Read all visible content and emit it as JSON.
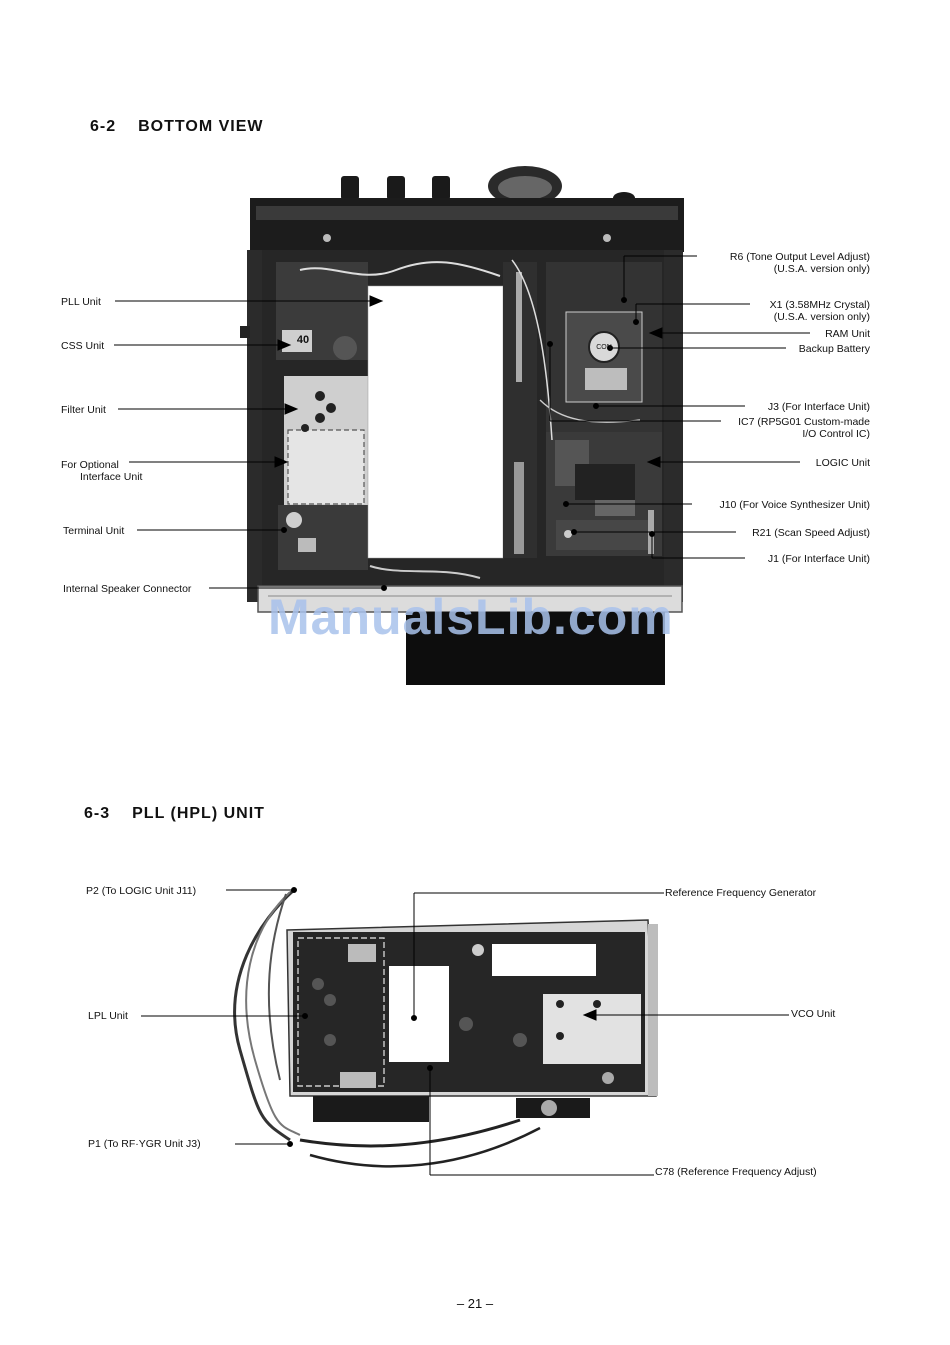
{
  "section_bottom": {
    "number": "6-2",
    "title": "BOTTOM VIEW"
  },
  "section_pll": {
    "number": "6-3",
    "title": "PLL (HPL) UNIT"
  },
  "bottom_labels_left": {
    "pll_unit": "PLL Unit",
    "css_unit": "CSS Unit",
    "filter_unit": "Filter Unit",
    "optional_interface_1": "For Optional",
    "optional_interface_2": "Interface Unit",
    "terminal_unit": "Terminal Unit",
    "speaker_connector": "Internal Speaker Connector"
  },
  "bottom_labels_right": {
    "r6_1": "R6 (Tone Output Level Adjust)",
    "r6_2": "(U.S.A. version only)",
    "x1_1": "X1 (3.58MHz Crystal)",
    "x1_2": "(U.S.A. version only)",
    "ram_unit": "RAM Unit",
    "backup_battery": "Backup Battery",
    "j3": "J3 (For Interface Unit)",
    "ic7_1": "IC7 (RP5G01 Custom-made",
    "ic7_2": "I/O Control IC)",
    "logic_unit": "LOGIC Unit",
    "j10": "J10 (For Voice Synthesizer Unit)",
    "r21": "R21 (Scan Speed Adjust)",
    "j1": "J1 (For Interface Unit)"
  },
  "pll_labels": {
    "p2": "P2 (To LOGIC Unit J11)",
    "ref_gen": "Reference Frequency Generator",
    "lpl_unit": "LPL Unit",
    "vco_unit": "VCO Unit",
    "p1": "P1 (To RF·YGR Unit J3)",
    "c78": "C78 (Reference Frequency Adjust)"
  },
  "photo_marks": {
    "ic_marking": "40",
    "battery_marking": "CON"
  },
  "watermark": "ManualsLib.com",
  "page_number": "– 21 –"
}
